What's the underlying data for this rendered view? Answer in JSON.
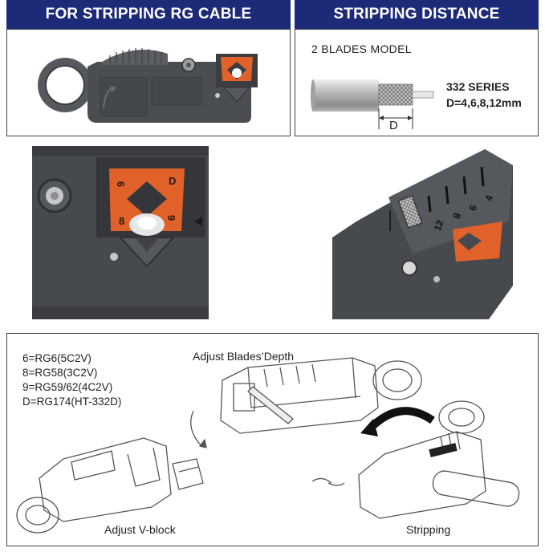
{
  "banners": {
    "left": "FOR STRIPPING RG CABLE",
    "right": "STRIPPING DISTANCE"
  },
  "spec": {
    "model": "2 BLADES MODEL",
    "series": "332 SERIES",
    "distances": "D=4,6,8,12mm",
    "dimension_letter": "D"
  },
  "blade_marks": {
    "left_top": "6",
    "right_top": "D",
    "left_bottom": "8",
    "right_bottom": "9"
  },
  "depth_scale": [
    "4",
    "6",
    "8",
    "12"
  ],
  "cable_codes": [
    "6=RG6(5C2V)",
    "8=RG58(3C2V)",
    "9=RG59/62(4C2V)",
    "D=RG174(HT-332D)"
  ],
  "captions": {
    "adjust_depth": "Adjust Blades’Depth",
    "adjust_vblock": "Adjust V-block",
    "stripping": "Stripping"
  },
  "colors": {
    "banner": "#1d2a78",
    "tool_body": "#4a4d52",
    "blade_orange": "#e0622a"
  }
}
